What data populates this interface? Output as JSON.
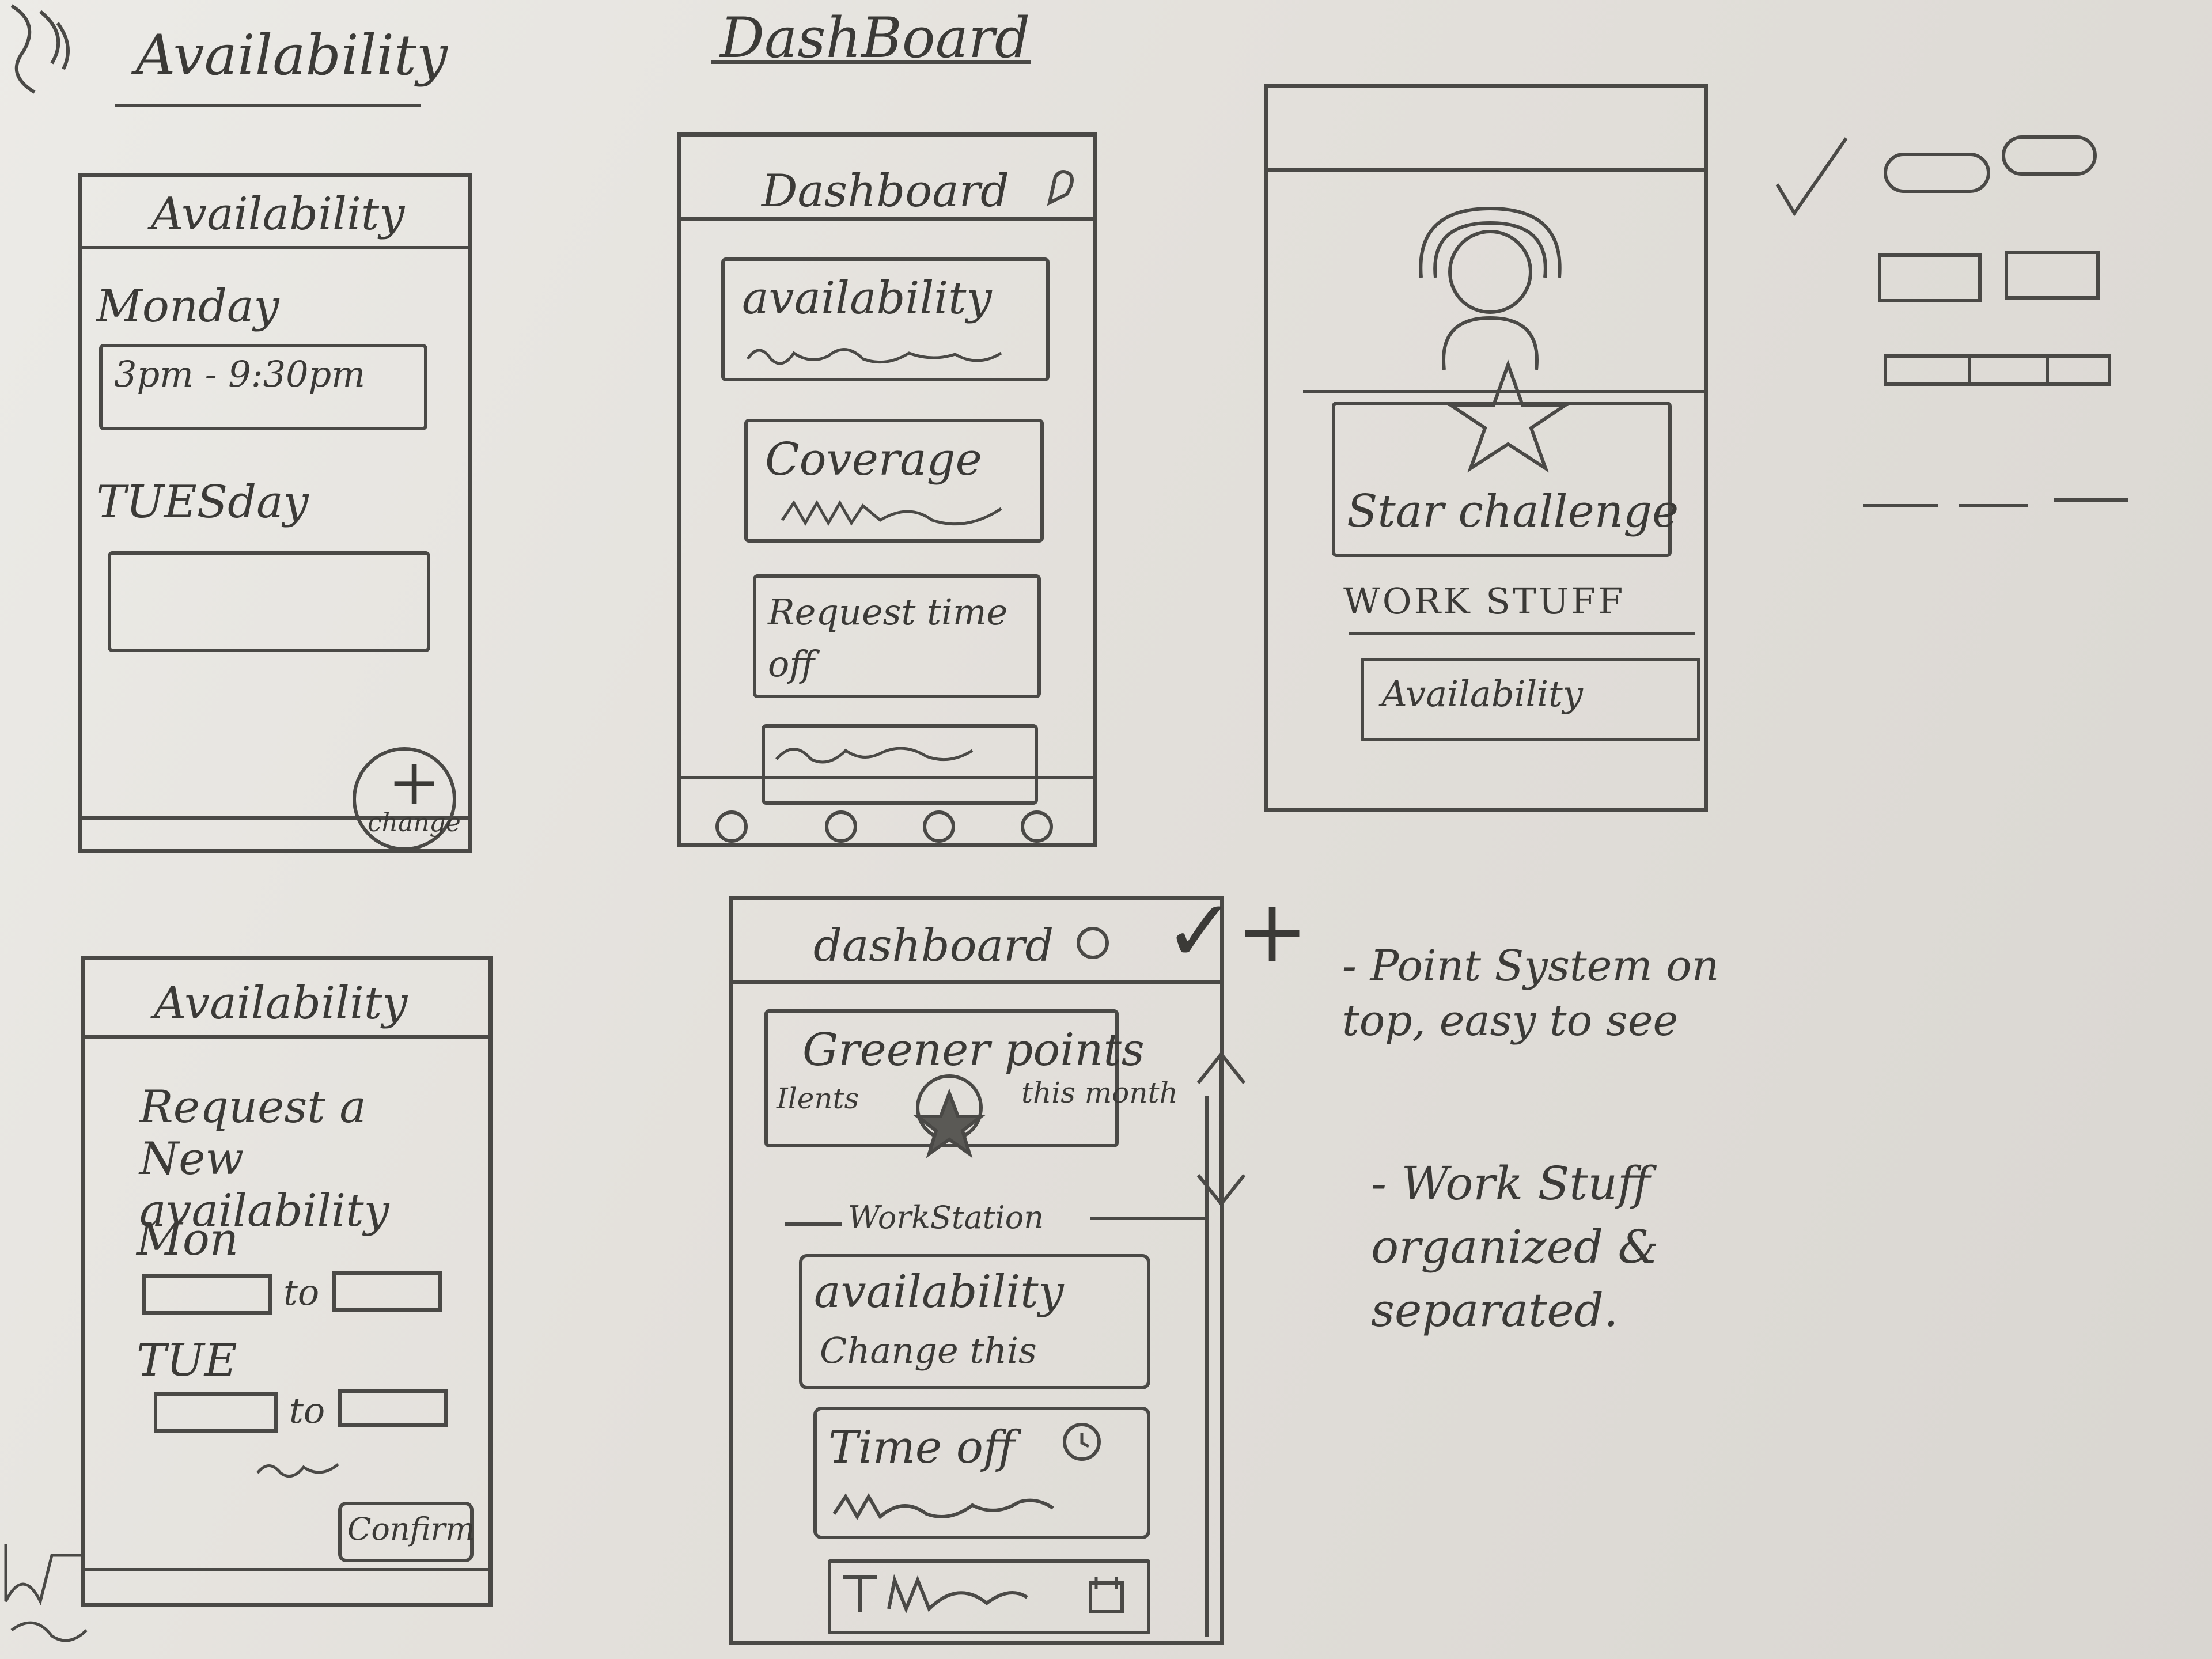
{
  "headings": {
    "availability": "Availability",
    "dashboard": "DashBoard"
  },
  "availability_1": {
    "title": "Availability",
    "day1": "Monday",
    "day1_value": "3pm - 9:30pm",
    "day2": "TUESday",
    "fab_label": "change"
  },
  "dashboard_1": {
    "title": "Dashboard",
    "card1": "availability",
    "card2": "Coverage",
    "card3": "Request time off"
  },
  "profile_screen": {
    "challenge": "Star challenge",
    "section": "WORK STUFF",
    "item": "Availability"
  },
  "availability_2": {
    "title": "Availability",
    "prompt": "Request a New availability",
    "day1": "Mon",
    "to1": "to",
    "day2": "TUE",
    "to2": "to",
    "confirm": "Confirm"
  },
  "dashboard_2": {
    "title": "dashboard",
    "points_title": "Greener points",
    "points_left": "Ilents",
    "points_right": "this month",
    "section": "WorkStation",
    "card1_line1": "availability",
    "card1_line2": "Change this",
    "card2": "Time off"
  },
  "notes": {
    "mark": "✓+",
    "note1": "- Point System on top, easy to see",
    "note2": "- Work Stuff organized & separated."
  }
}
